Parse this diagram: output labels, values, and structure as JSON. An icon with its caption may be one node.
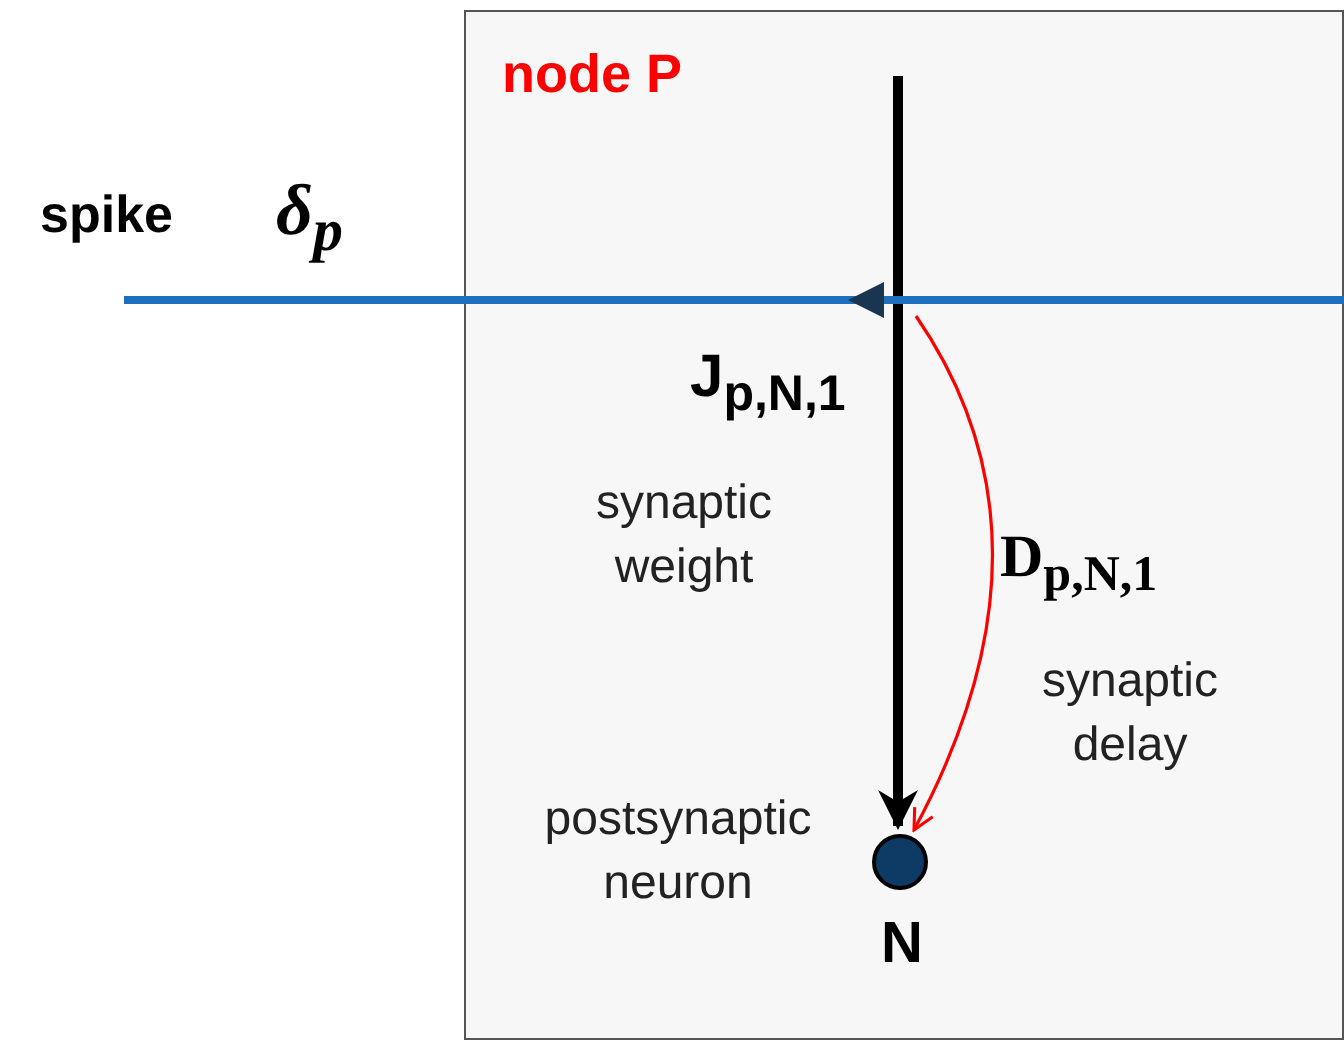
{
  "diagram": {
    "nodes": [
      {
        "text": [
          "node P"
        ]
      },
      {
        "text": [
          "N"
        ],
        "in": 0,
        "beside": [
          "postsynaptic neuron"
        ]
      }
    ],
    "edges": [
      {
        "from": null,
        "to": 1,
        "arrow": "to",
        "style": "thick"
      },
      {
        "from": null,
        "to": 1,
        "arrow": "to",
        "color": "#ff0000"
      }
    ],
    "labels": [
      "spike",
      "δ$_{p}$",
      "J$_{p,N,1}$",
      "synaptic weight",
      "D$_{p,N,1}$",
      "synaptic delay"
    ]
  }
}
